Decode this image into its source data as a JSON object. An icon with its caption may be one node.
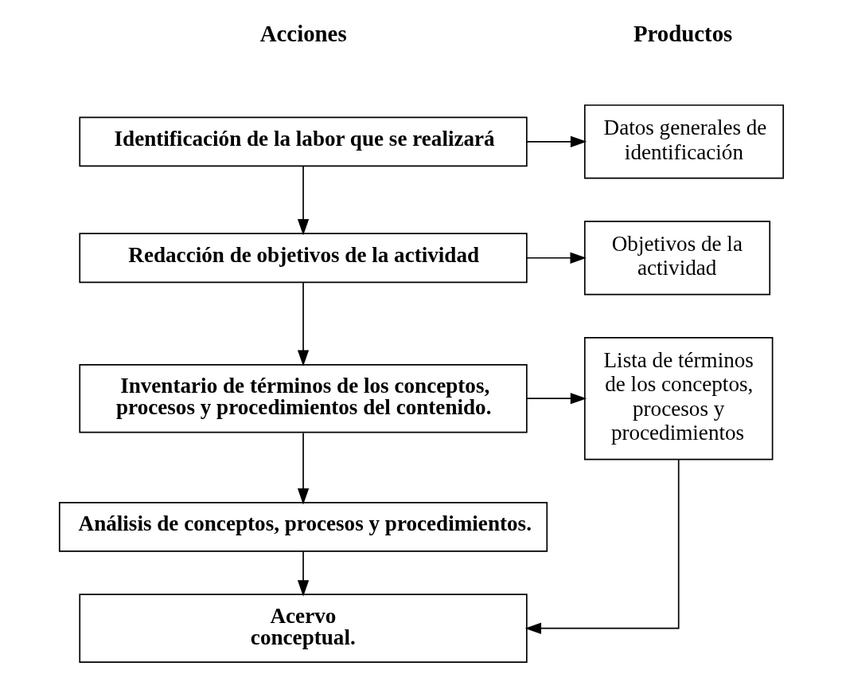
{
  "diagram": {
    "nodes": [
      {
        "text": [
          "Identificación de la labor que se realizará"
        ]
      },
      {
        "text": [
          "Datos generales de identificación"
        ]
      },
      {
        "text": [
          "Redacción de objetivos de la actividad"
        ]
      },
      {
        "text": [
          "Objetivos de la actividad"
        ]
      },
      {
        "text": [
          "Inventario de términos de los conceptos, procesos y procedimientos del contenido."
        ]
      },
      {
        "text": [
          "Lista de términos de los conceptos, procesos y procedimientos"
        ]
      },
      {
        "text": [
          "Análisis de conceptos, procesos y procedimientos."
        ]
      },
      {
        "text": [
          "Acervo conceptual."
        ]
      }
    ],
    "edges": [
      {
        "from": 0,
        "to": 1,
        "arrow": "to"
      },
      {
        "from": 0,
        "to": 2,
        "arrow": "to"
      },
      {
        "from": 2,
        "to": 3,
        "arrow": "to"
      },
      {
        "from": 2,
        "to": 4,
        "arrow": "to"
      },
      {
        "from": 4,
        "to": 5,
        "arrow": "to"
      },
      {
        "from": 4,
        "to": 6,
        "arrow": "to"
      },
      {
        "from": 6,
        "to": 7,
        "arrow": "to"
      },
      {
        "from": 5,
        "to": 7,
        "arrow": "to"
      }
    ],
    "labels": [
      "Acciones",
      "Productos"
    ]
  }
}
